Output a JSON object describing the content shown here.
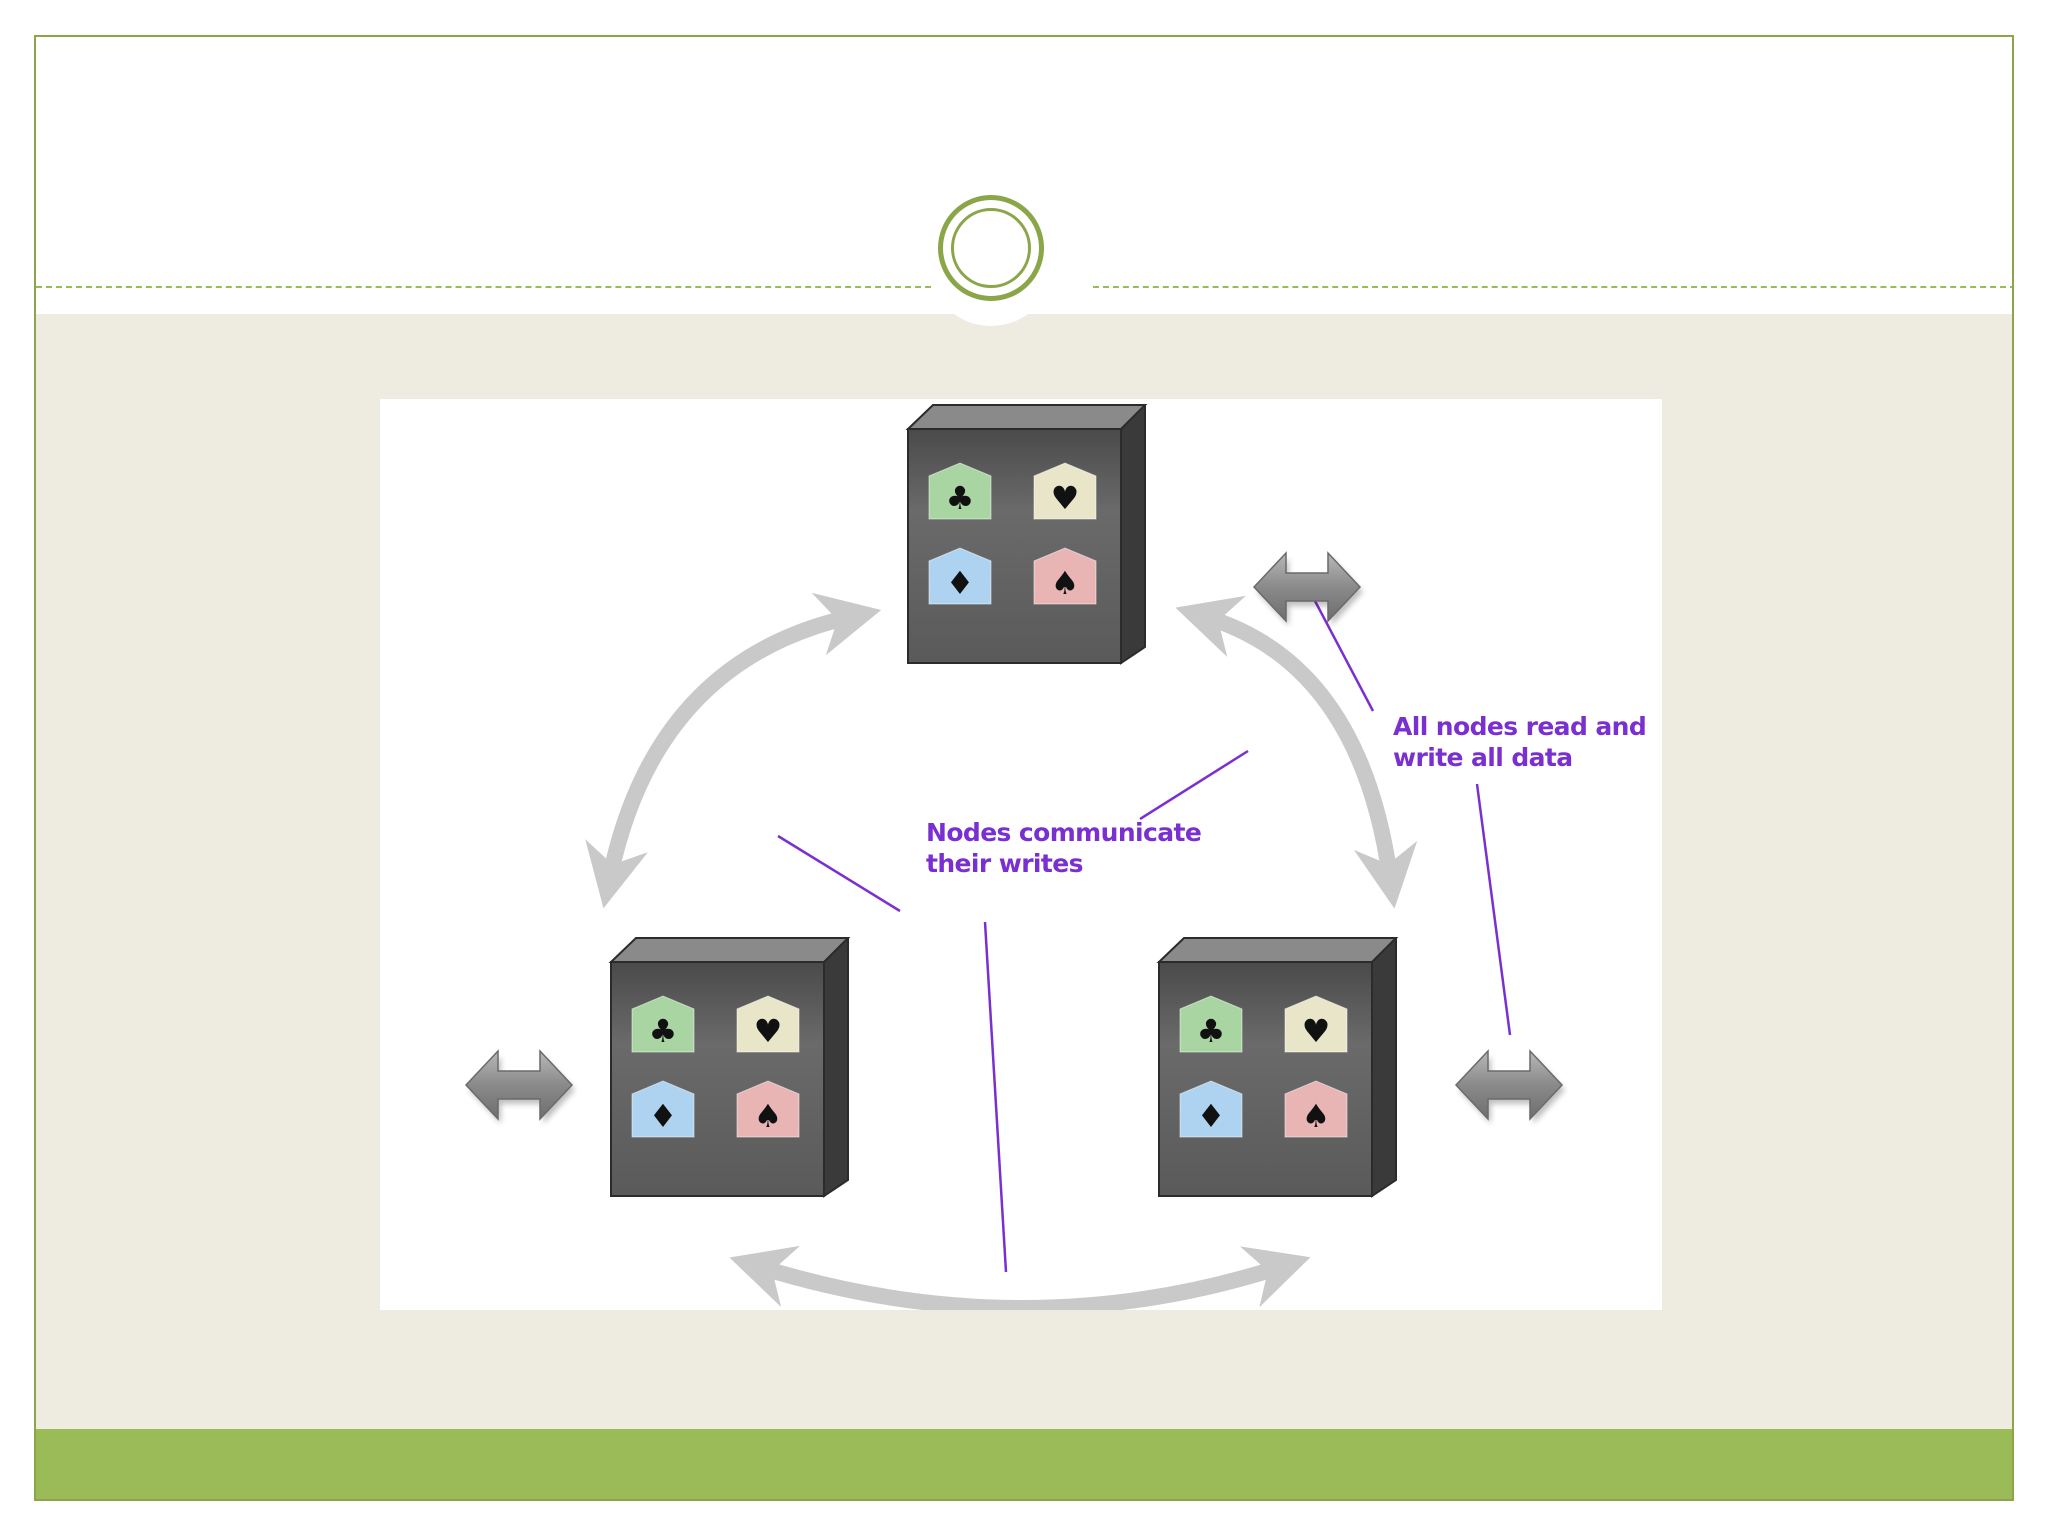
{
  "colors": {
    "accent_green": "#9bbb59",
    "content_background": "#eeebe1",
    "annotation_purple": "#7a2fd0",
    "node_gray": "#5e5e5e",
    "shard_green": "#a8d5a2",
    "shard_cream": "#e8e5c8",
    "shard_blue": "#aed3f1",
    "shard_pink": "#e8b4b4"
  },
  "nodes": [
    {
      "id": "top",
      "shards": [
        {
          "suit": "♣",
          "color": "green"
        },
        {
          "suit": "♥",
          "color": "cream"
        },
        {
          "suit": "♦",
          "color": "blue"
        },
        {
          "suit": "♠",
          "color": "pink"
        }
      ]
    },
    {
      "id": "bottom-left",
      "shards": [
        {
          "suit": "♣",
          "color": "green"
        },
        {
          "suit": "♥",
          "color": "cream"
        },
        {
          "suit": "♦",
          "color": "blue"
        },
        {
          "suit": "♠",
          "color": "pink"
        }
      ]
    },
    {
      "id": "bottom-right",
      "shards": [
        {
          "suit": "♣",
          "color": "green"
        },
        {
          "suit": "♥",
          "color": "cream"
        },
        {
          "suit": "♦",
          "color": "blue"
        },
        {
          "suit": "♠",
          "color": "pink"
        }
      ]
    }
  ],
  "annotations": {
    "communicate": {
      "line1": "Nodes communicate",
      "line2": "their writes"
    },
    "read_write": {
      "line1": "All nodes read and",
      "line2": "write all data"
    }
  }
}
